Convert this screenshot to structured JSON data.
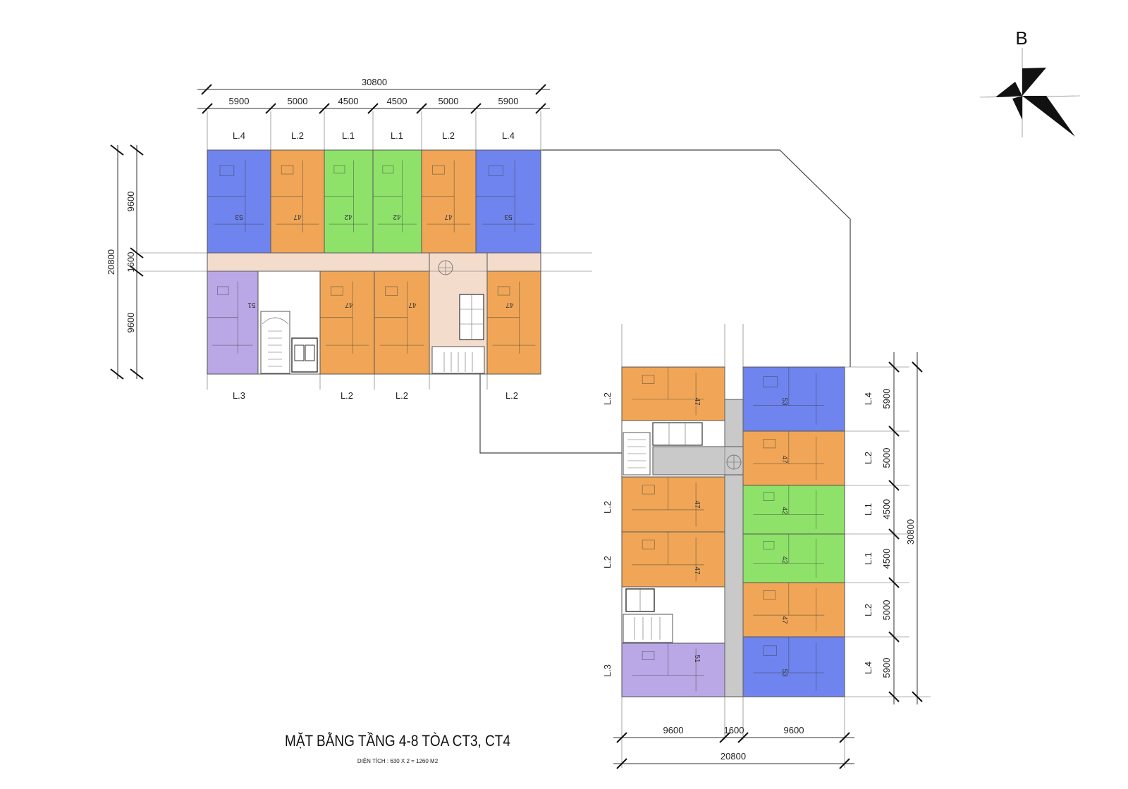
{
  "title": "MẶT BẰNG TẦNG 4-8 TÒA CT3, CT4",
  "subtitle": "DIỆN TÍCH : 630 X 2 = 1260 M2",
  "north_label": "B",
  "colors": {
    "L1": "#8ee26a",
    "L2": "#f0a656",
    "L3": "#b9a7e6",
    "L4": "#6f84ee",
    "corridor": "#f4dccd",
    "corridor_b": "#c9c9c9",
    "core": "#ffffff"
  },
  "building_a": {
    "top_total": "30800",
    "top_dims": [
      "5900",
      "5000",
      "4500",
      "4500",
      "5000",
      "5900"
    ],
    "top_labels": [
      "L.4",
      "L.2",
      "L.1",
      "L.1",
      "L.2",
      "L.4"
    ],
    "top_codes": [
      "53",
      "47",
      "42",
      "42",
      "47",
      "53"
    ],
    "bottom_labels": [
      "L.3",
      "L.2",
      "L.2",
      "L.2"
    ],
    "bottom_codes": [
      "51",
      "47",
      "47",
      "47"
    ],
    "left_total": "20800",
    "left_dims": [
      "9600",
      "1600",
      "9600"
    ]
  },
  "building_b": {
    "right_total": "30800",
    "right_dims": [
      "5900",
      "5000",
      "4500",
      "4500",
      "5000",
      "5900"
    ],
    "right_labels": [
      "L.4",
      "L.2",
      "L.1",
      "L.1",
      "L.2",
      "L.4"
    ],
    "right_codes": [
      "53",
      "47",
      "42",
      "42",
      "47",
      "53"
    ],
    "left_labels": [
      "L.2",
      "L.2",
      "L.2",
      "L.3"
    ],
    "left_codes": [
      "47",
      "47",
      "47",
      "51"
    ],
    "bottom_total": "20800",
    "bottom_dims": [
      "9600",
      "1600",
      "9600"
    ]
  }
}
